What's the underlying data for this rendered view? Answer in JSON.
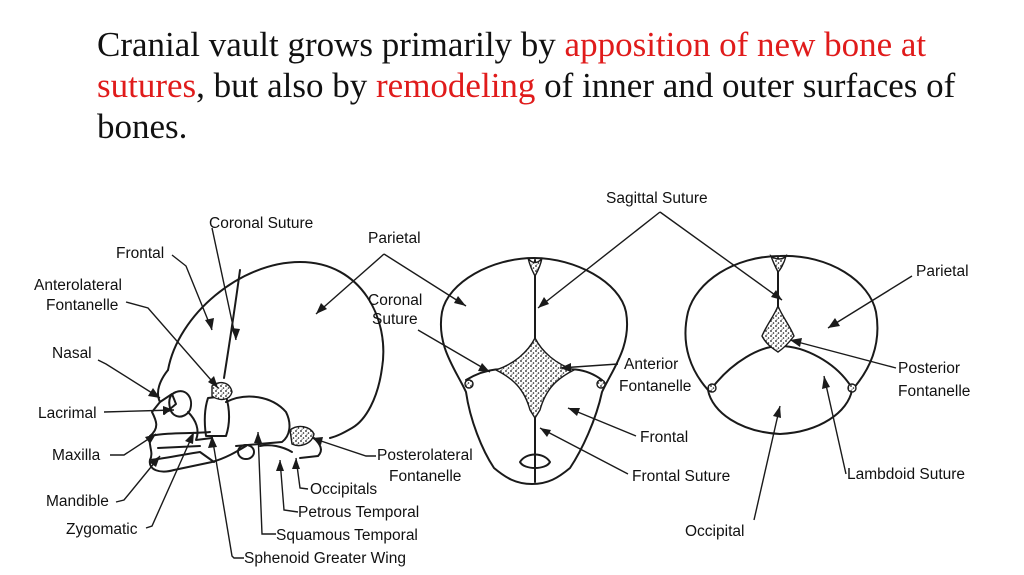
{
  "heading": {
    "part1": "Cranial vault grows primarily by ",
    "highlight1": "apposition of new bone at sutures",
    "part2": ", but also by ",
    "highlight2": "remodeling",
    "part3": " of inner and outer surfaces of bones.",
    "highlight_color": "#e01b1b"
  },
  "lateral_view": {
    "labels": {
      "coronal_suture": "Coronal Suture",
      "frontal": "Frontal",
      "anterolateral_line1": "Anterolateral",
      "anterolateral_line2": "Fontanelle",
      "nasal": "Nasal",
      "lacrimal": "Lacrimal",
      "maxilla": "Maxilla",
      "mandible": "Mandible",
      "zygomatic": "Zygomatic",
      "sphenoid": "Sphenoid Greater Wing",
      "squamous": "Squamous Temporal",
      "petrous": "Petrous Temporal",
      "occipitals": "Occipitals",
      "posterolateral_line1": "Posterolateral",
      "posterolateral_line2": "Fontanelle"
    }
  },
  "shared_labels": {
    "parietal_top": "Parietal",
    "sagittal_suture": "Sagittal Suture"
  },
  "superior_view": {
    "labels": {
      "coronal_line1": "Coronal",
      "coronal_line2": "Suture",
      "anterior_line1": "Anterior",
      "anterior_line2": "Fontanelle",
      "frontal": "Frontal",
      "frontal_suture": "Frontal  Suture"
    }
  },
  "posterior_view": {
    "labels": {
      "parietal": "Parietal",
      "posterior_line1": "Posterior",
      "posterior_line2": "Fontanelle",
      "lambdoid_suture": "Lambdoid Suture",
      "occipital": "Occipital"
    }
  }
}
